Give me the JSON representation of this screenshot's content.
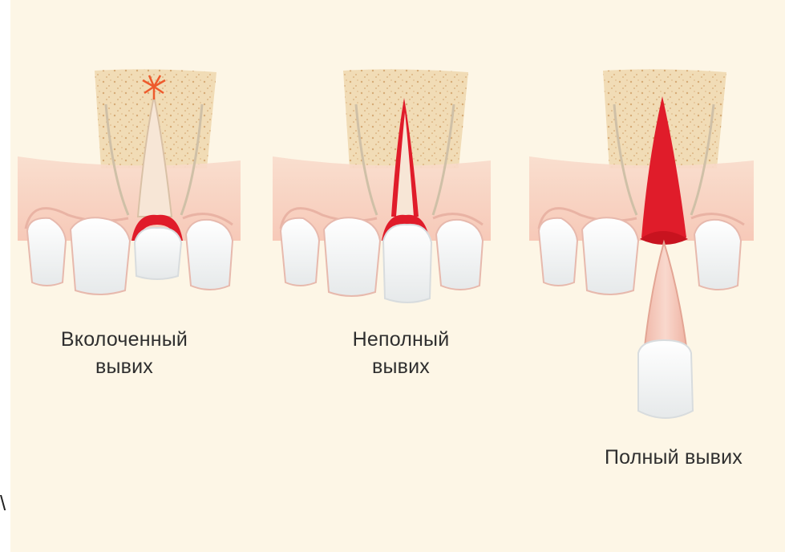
{
  "stray_mark": "\\",
  "panels": [
    {
      "caption_line1": "Вколоченный",
      "caption_line2": "вывих"
    },
    {
      "caption_line1": "Неполный",
      "caption_line2": "вывих"
    },
    {
      "caption_line1": "Полный вывих",
      "caption_line2": ""
    }
  ],
  "colors": {
    "background": "#fdf6e6",
    "bone": "#f1dcb6",
    "gum": "#f8d3c6",
    "tooth": "#f4f6f6",
    "blood": "#e01c2a"
  }
}
